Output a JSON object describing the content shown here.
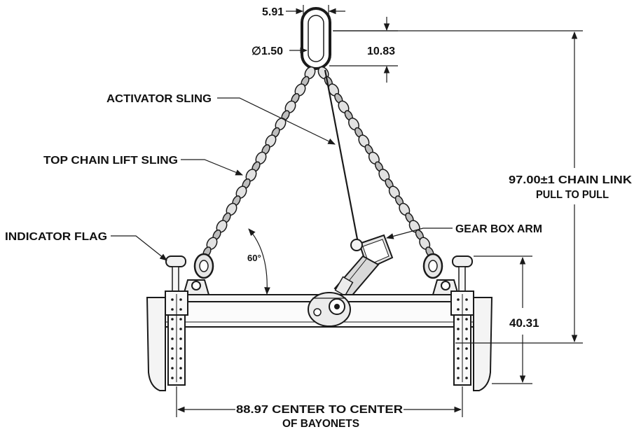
{
  "dimensions": {
    "link_width": "5.91",
    "link_diameter": "∅1.50",
    "link_length": "10.83",
    "sling_length": [
      "97.00±1 CHAIN LINK",
      "PULL TO PULL"
    ],
    "bayonet_height": "40.31",
    "bayonet_spacing": [
      "88.97 CENTER TO CENTER",
      "OF BAYONETS"
    ],
    "angle": "60°"
  },
  "callouts": {
    "activator_sling": "ACTIVATOR SLING",
    "top_chain_lift_sling": "TOP CHAIN LIFT SLING",
    "indicator_flag": "INDICATOR FLAG",
    "gear_box_arm": "GEAR BOX ARM"
  },
  "colors": {
    "line": "#1a1a1a",
    "fill_light": "#f2f2f2",
    "fill_mid": "#cfcfcf"
  }
}
